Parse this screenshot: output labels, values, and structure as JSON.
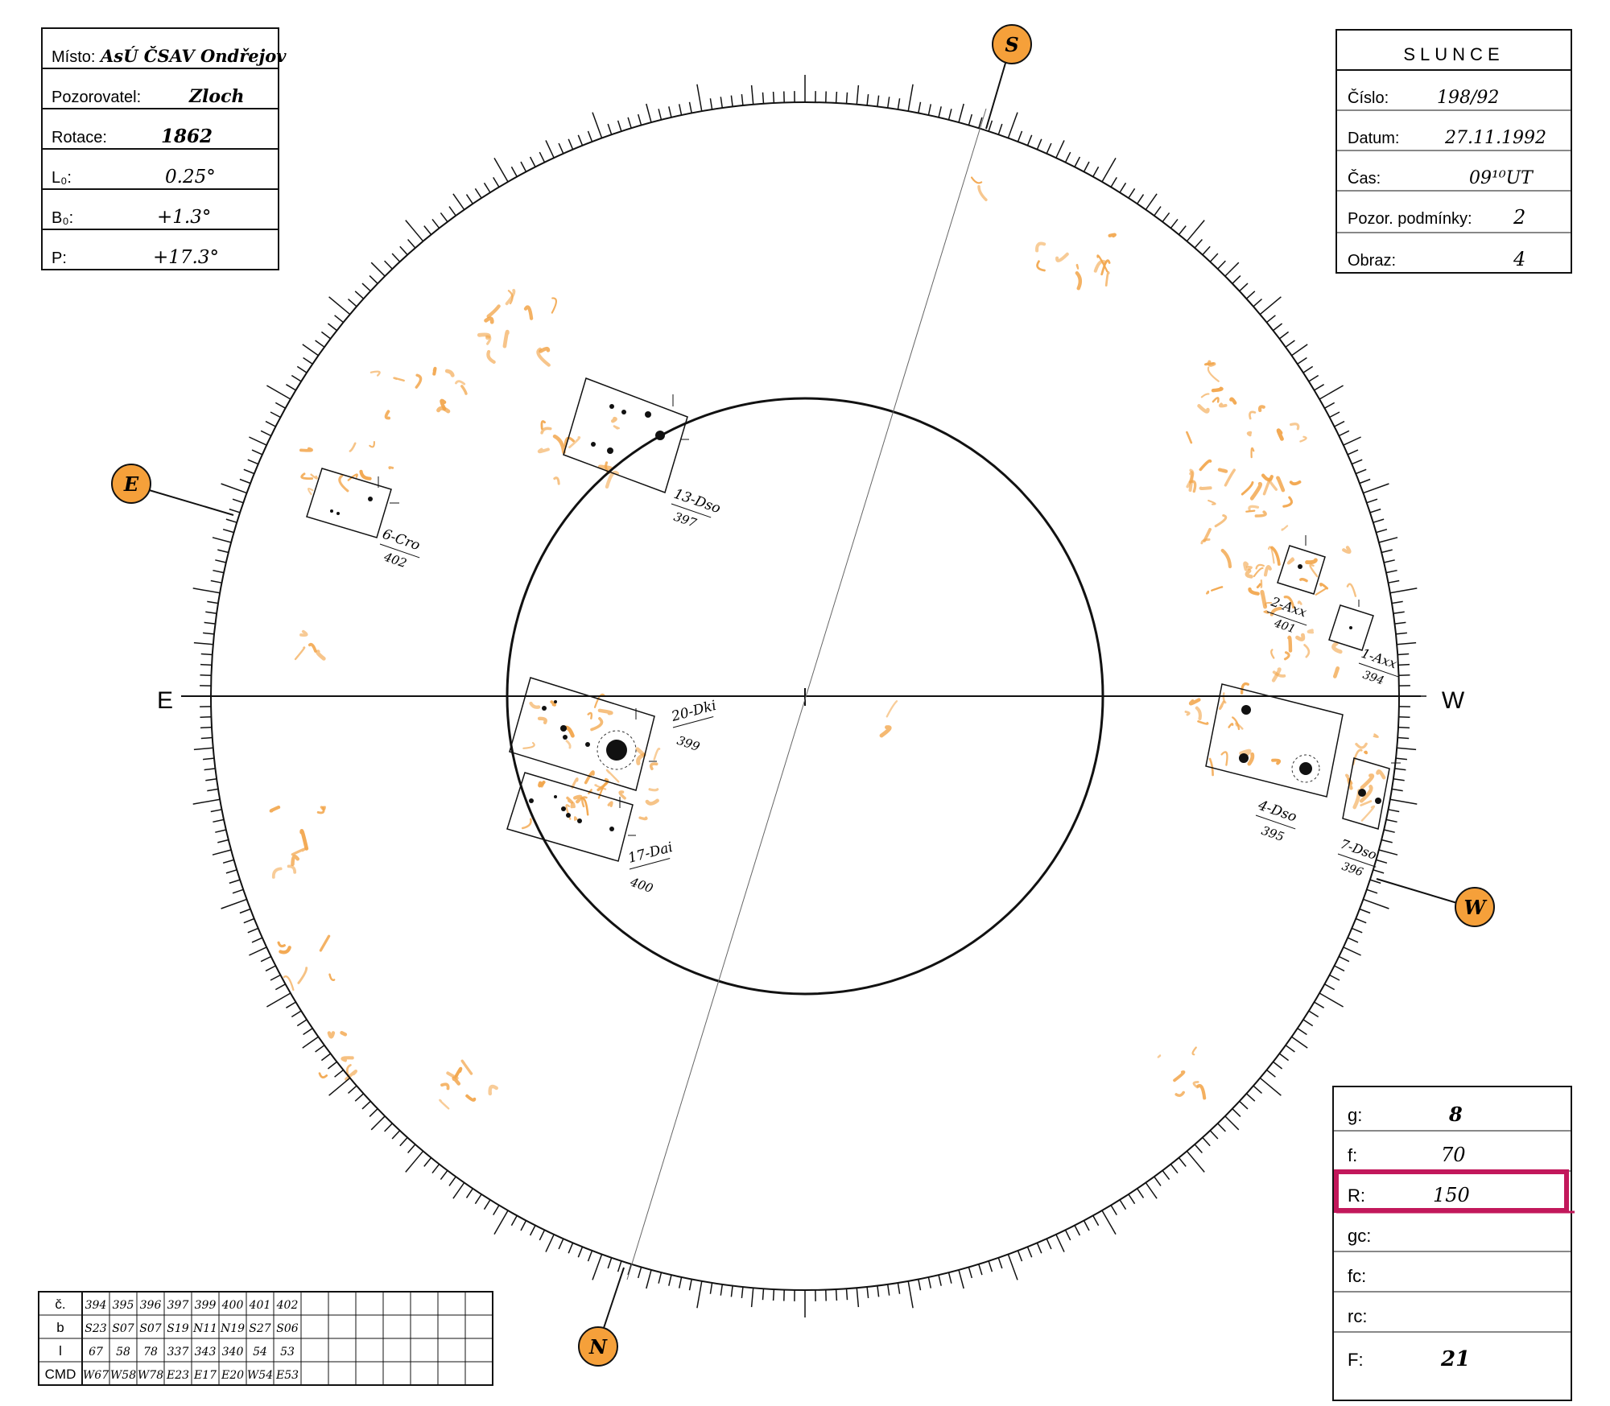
{
  "directions": {
    "east": "E",
    "west": "W",
    "south_marker": "S",
    "north_marker": "N",
    "east_marker": "E",
    "west_marker": "W"
  },
  "info_left": [
    {
      "label": "Místo:",
      "value": "AsÚ ČSAV Ondřejov"
    },
    {
      "label": "Pozorovatel:",
      "value": "Zloch"
    },
    {
      "label": "Rotace:",
      "value": "1862"
    },
    {
      "label": "L₀:",
      "value": "0.25°"
    },
    {
      "label": "B₀:",
      "value": "+1.3°"
    },
    {
      "label": "P:",
      "value": "+17.3°"
    }
  ],
  "info_right": {
    "title": "SLUNCE",
    "rows": [
      {
        "label": "Číslo:",
        "value": "198/92"
      },
      {
        "label": "Datum:",
        "value": "27.11.1992"
      },
      {
        "label": "Čas:",
        "value": "09¹⁰UT"
      },
      {
        "label": "Pozor. podmínky:",
        "value": "2"
      },
      {
        "label": "Obraz:",
        "value": "4"
      }
    ]
  },
  "counts": [
    {
      "label": "g:",
      "value": "8"
    },
    {
      "label": "f:",
      "value": "70"
    },
    {
      "label": "R:",
      "value": "150"
    },
    {
      "label": "gc:",
      "value": ""
    },
    {
      "label": "fc:",
      "value": ""
    },
    {
      "label": "rc:",
      "value": ""
    },
    {
      "label": "F:",
      "value": "21"
    }
  ],
  "groups": [
    {
      "label": "13-Dso",
      "number": "397"
    },
    {
      "label": "6-Cro",
      "number": "402"
    },
    {
      "label": "2-Axx",
      "number": "401"
    },
    {
      "label": "1-Axx",
      "number": "394"
    },
    {
      "label": "20-Dki",
      "number": "399"
    },
    {
      "label": "17-Dai",
      "number": "400"
    },
    {
      "label": "4-Dso",
      "number": "395"
    },
    {
      "label": "7-Dso",
      "number": "396"
    }
  ],
  "table": {
    "row_labels": [
      "č.",
      "b",
      "l",
      "CMD"
    ],
    "rows": [
      [
        "394",
        "395",
        "396",
        "397",
        "399",
        "400",
        "401",
        "402"
      ],
      [
        "S23",
        "S07",
        "S07",
        "S19",
        "N11",
        "N19",
        "S27",
        "S06"
      ],
      [
        "67",
        "58",
        "78",
        "337",
        "343",
        "340",
        "54",
        "53"
      ],
      [
        "W67",
        "W58",
        "W78",
        "E23",
        "E17",
        "E20",
        "W54",
        "E53"
      ]
    ]
  },
  "colors": {
    "facula": "#f2a54a",
    "marker_fill": "#f5a03a",
    "highlight": "#c2185b",
    "ink": "#111111"
  }
}
